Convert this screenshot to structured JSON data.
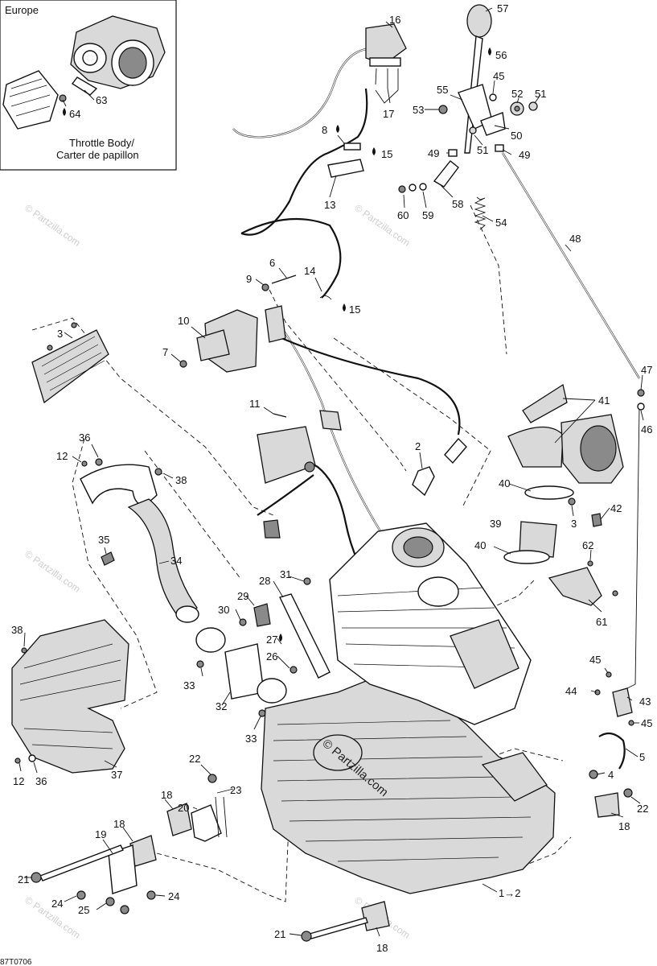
{
  "inset": {
    "region": "Europe",
    "caption_line1": "Throttle Body/",
    "caption_line2": "Carter de papillon"
  },
  "callouts": [
    {
      "id": "c1",
      "text": "16"
    },
    {
      "id": "c2",
      "text": "17"
    },
    {
      "id": "c3",
      "text": "57"
    },
    {
      "id": "c4",
      "text": "56"
    },
    {
      "id": "c5",
      "text": "55"
    },
    {
      "id": "c6",
      "text": "45"
    },
    {
      "id": "c7",
      "text": "53"
    },
    {
      "id": "c8",
      "text": "52"
    },
    {
      "id": "c9",
      "text": "51"
    },
    {
      "id": "c10",
      "text": "50"
    },
    {
      "id": "c11",
      "text": "51"
    },
    {
      "id": "c12",
      "text": "49"
    },
    {
      "id": "c13",
      "text": "49"
    },
    {
      "id": "c14",
      "text": "8"
    },
    {
      "id": "c15",
      "text": "15"
    },
    {
      "id": "c16",
      "text": "13"
    },
    {
      "id": "c17",
      "text": "60"
    },
    {
      "id": "c18",
      "text": "59"
    },
    {
      "id": "c19",
      "text": "58"
    },
    {
      "id": "c20",
      "text": "54"
    },
    {
      "id": "c21",
      "text": "48"
    },
    {
      "id": "c22",
      "text": "63"
    },
    {
      "id": "c23",
      "text": "64"
    },
    {
      "id": "c24",
      "text": "6"
    },
    {
      "id": "c25",
      "text": "9"
    },
    {
      "id": "c26",
      "text": "14"
    },
    {
      "id": "c27",
      "text": "15"
    },
    {
      "id": "c28",
      "text": "10"
    },
    {
      "id": "c29",
      "text": "3"
    },
    {
      "id": "c30",
      "text": "7"
    },
    {
      "id": "c31",
      "text": "11"
    },
    {
      "id": "c32",
      "text": "2"
    },
    {
      "id": "c33",
      "text": "41"
    },
    {
      "id": "c34",
      "text": "47"
    },
    {
      "id": "c35",
      "text": "46"
    },
    {
      "id": "c36",
      "text": "36"
    },
    {
      "id": "c37",
      "text": "12"
    },
    {
      "id": "c38",
      "text": "38"
    },
    {
      "id": "c39",
      "text": "40"
    },
    {
      "id": "c40",
      "text": "42"
    },
    {
      "id": "c41",
      "text": "3"
    },
    {
      "id": "c42",
      "text": "39"
    },
    {
      "id": "c43",
      "text": "35"
    },
    {
      "id": "c44",
      "text": "34"
    },
    {
      "id": "c45",
      "text": "40"
    },
    {
      "id": "c46",
      "text": "62"
    },
    {
      "id": "c47",
      "text": "28"
    },
    {
      "id": "c48",
      "text": "31"
    },
    {
      "id": "c49",
      "text": "29"
    },
    {
      "id": "c50",
      "text": "30"
    },
    {
      "id": "c51",
      "text": "61"
    },
    {
      "id": "c52",
      "text": "38"
    },
    {
      "id": "c53",
      "text": "27"
    },
    {
      "id": "c54",
      "text": "26"
    },
    {
      "id": "c55",
      "text": "33"
    },
    {
      "id": "c56",
      "text": "32"
    },
    {
      "id": "c57",
      "text": "45"
    },
    {
      "id": "c58",
      "text": "44"
    },
    {
      "id": "c59",
      "text": "43"
    },
    {
      "id": "c60",
      "text": "45"
    },
    {
      "id": "c61",
      "text": "33"
    },
    {
      "id": "c62",
      "text": "5"
    },
    {
      "id": "c63",
      "text": "12"
    },
    {
      "id": "c64",
      "text": "36"
    },
    {
      "id": "c65",
      "text": "37"
    },
    {
      "id": "c66",
      "text": "22"
    },
    {
      "id": "c67",
      "text": "20"
    },
    {
      "id": "c68",
      "text": "23"
    },
    {
      "id": "c69",
      "text": "18"
    },
    {
      "id": "c70",
      "text": "4"
    },
    {
      "id": "c71",
      "text": "22"
    },
    {
      "id": "c72",
      "text": "18"
    },
    {
      "id": "c73",
      "text": "19"
    },
    {
      "id": "c74",
      "text": "18"
    },
    {
      "id": "c75",
      "text": "21"
    },
    {
      "id": "c76",
      "text": "24"
    },
    {
      "id": "c77",
      "text": "24"
    },
    {
      "id": "c78",
      "text": "25"
    },
    {
      "id": "c79",
      "text": "1→2"
    },
    {
      "id": "c80",
      "text": "21"
    },
    {
      "id": "c81",
      "text": "18"
    }
  ],
  "watermark": {
    "brand": "© Partzilla.com"
  },
  "drawing_code": "87T0706"
}
